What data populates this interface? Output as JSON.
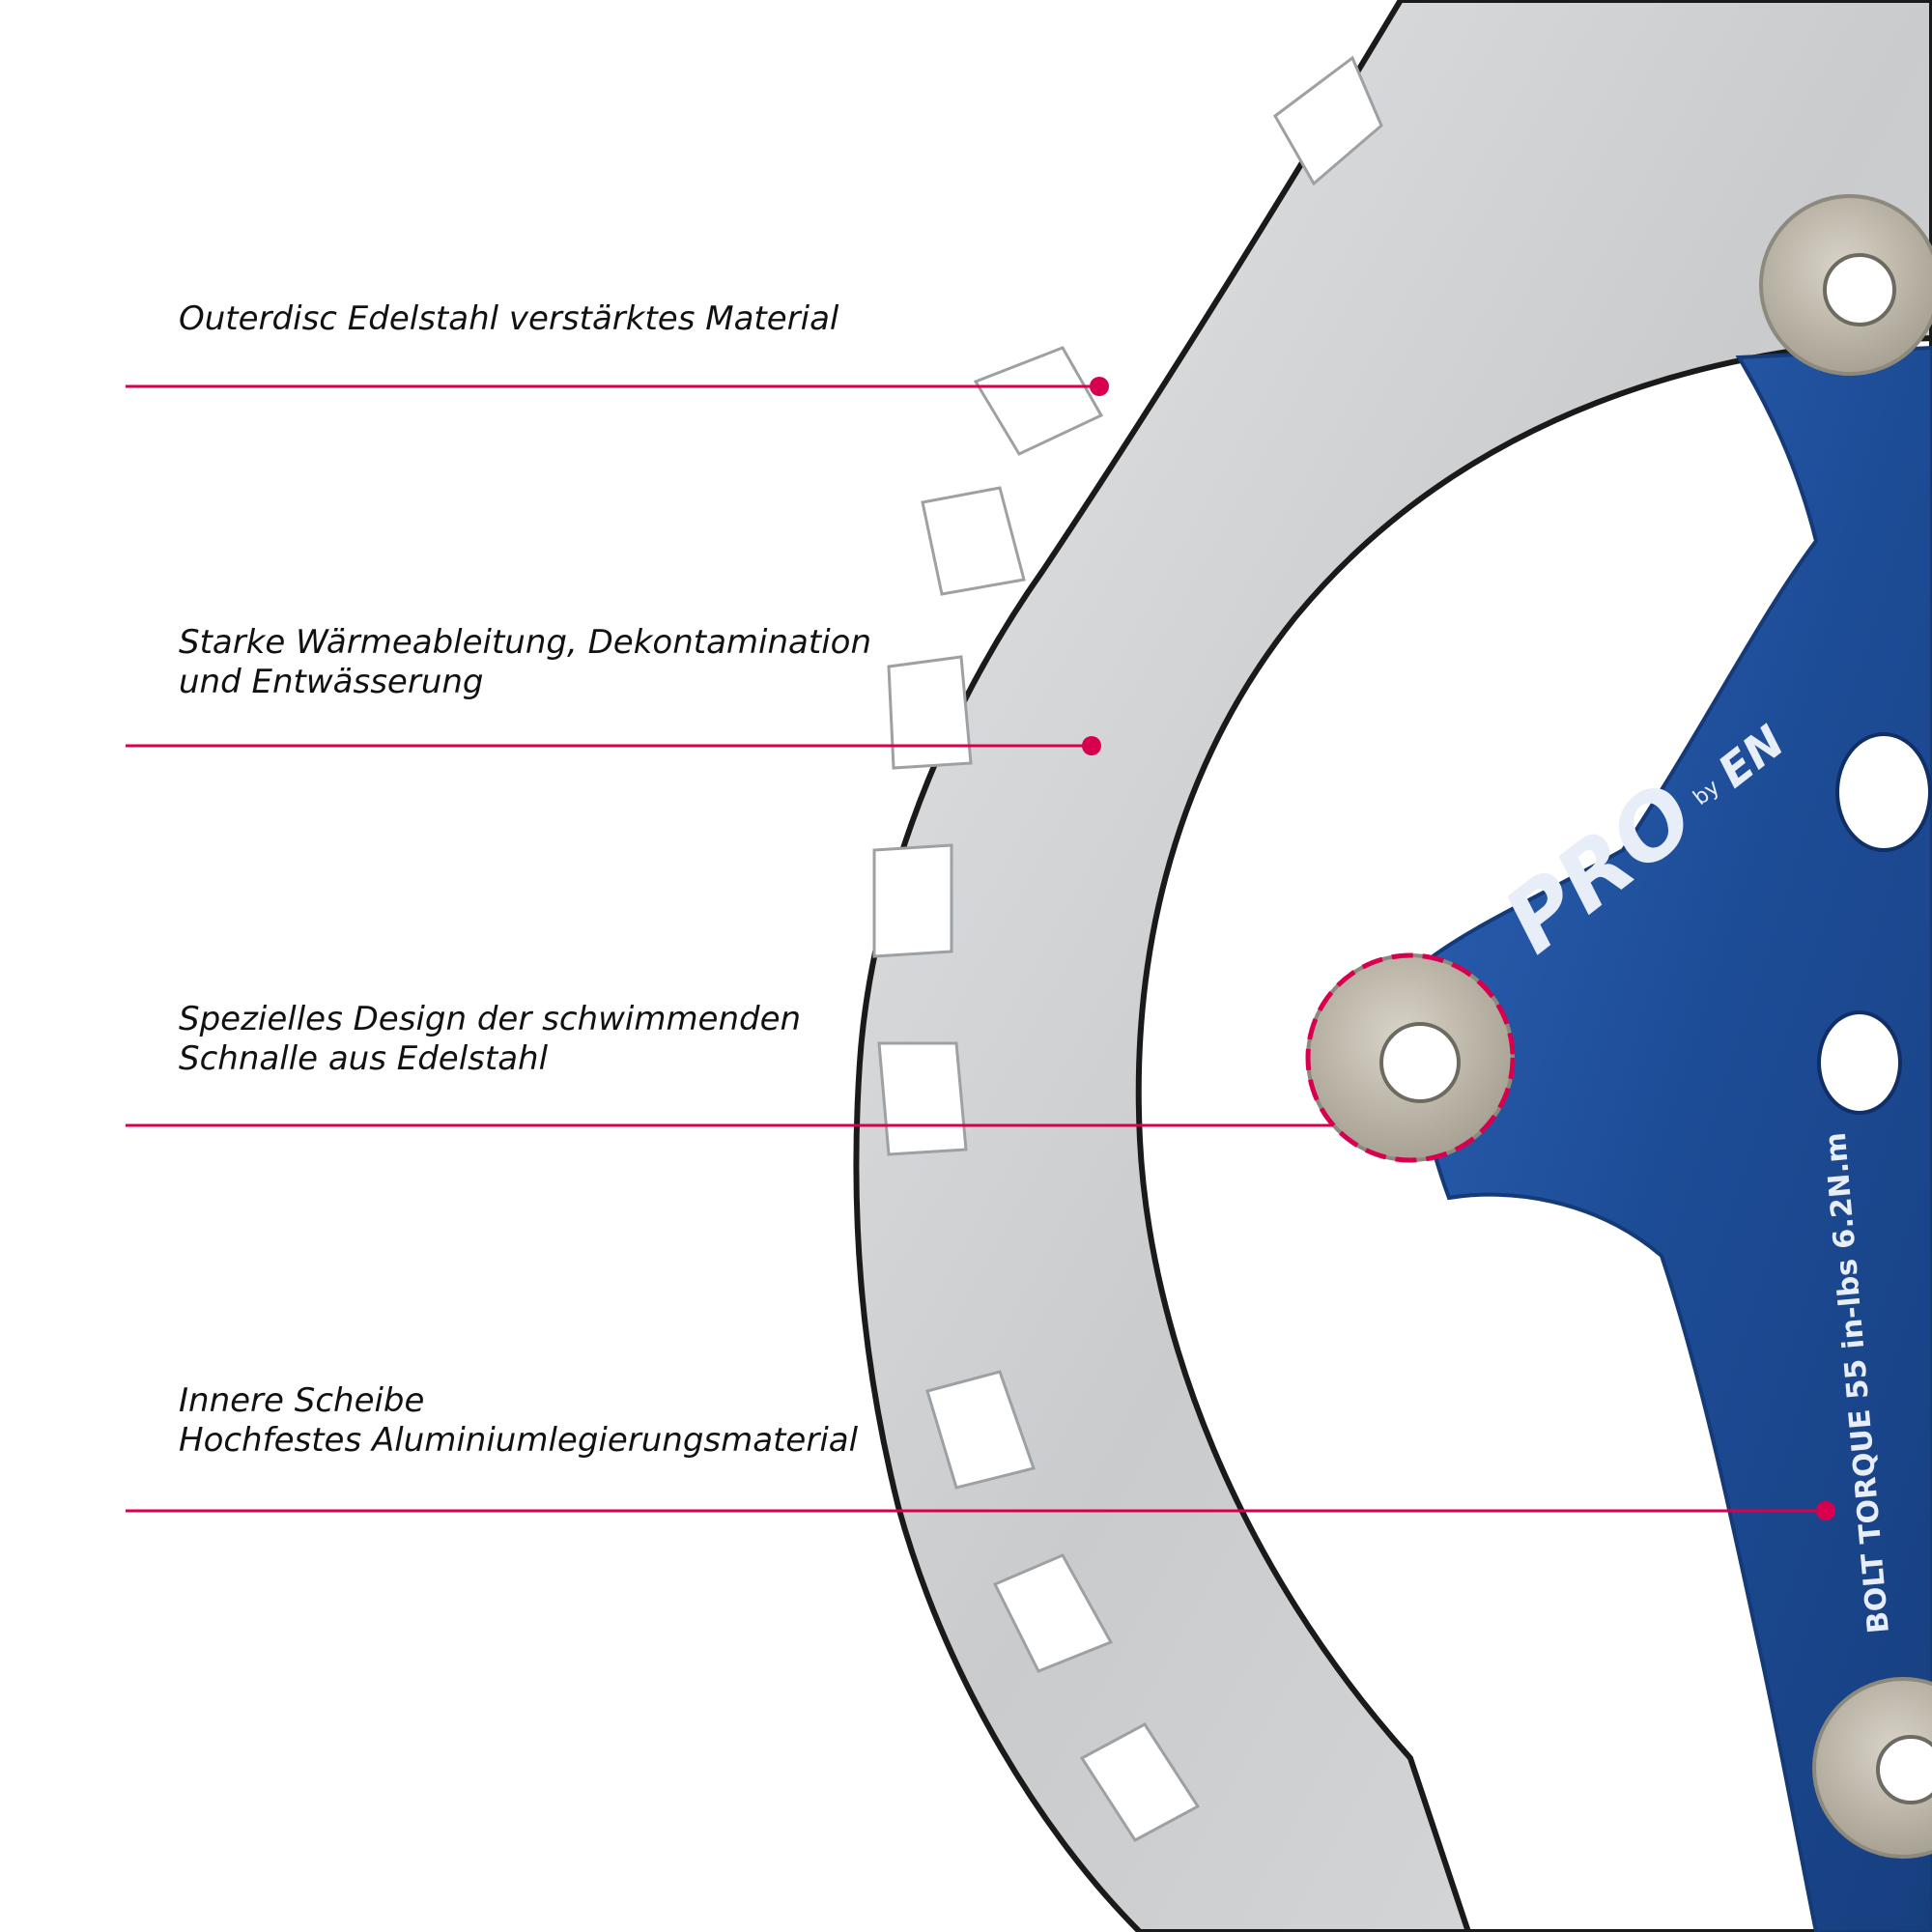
{
  "accent_color": "#d8004e",
  "rotor": {
    "steel_color": "#cfd1d3",
    "carrier_color": "#1f4f9a",
    "brand_logo": "PRO",
    "brand_by": "by",
    "brand_maker": "EN",
    "torque_text": "BOLT TORQUE 55 in-lbs 6.2N.m"
  },
  "callouts": [
    {
      "lines": [
        "Outerdisc Edelstahl verstärktes Material"
      ]
    },
    {
      "lines": [
        "Starke Wärmeableitung, Dekontamination",
        "und Entwässerung"
      ]
    },
    {
      "lines": [
        "Spezielles Design der schwimmenden",
        "Schnalle aus Edelstahl"
      ]
    },
    {
      "lines": [
        "Innere Scheibe",
        "Hochfestes Aluminiumlegierungsmaterial"
      ]
    }
  ]
}
